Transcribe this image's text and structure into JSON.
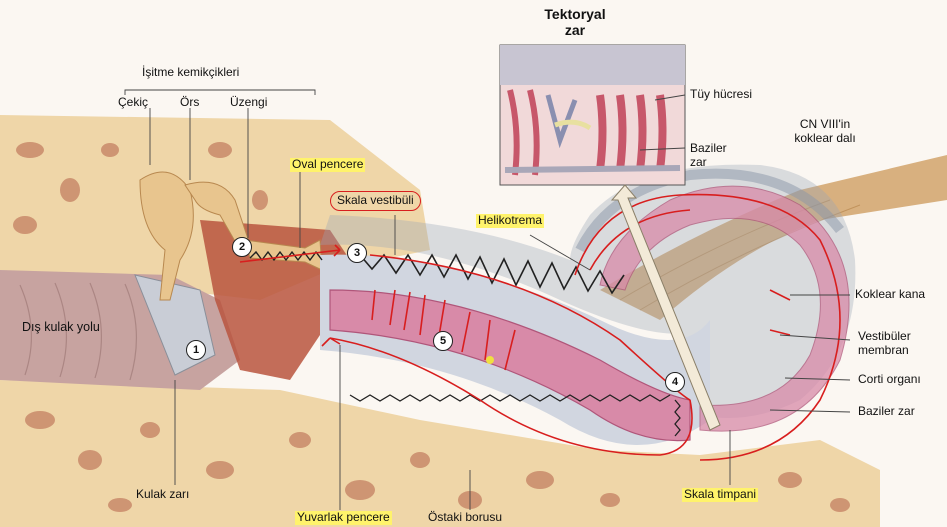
{
  "labels": {
    "tektoryal": "Tektoryal",
    "tektoryal_zar": "zar",
    "isitme": "İşitme kemikçikleri",
    "cekic": "Çekiç",
    "ors": "Örs",
    "uzengi": "Üzengi",
    "oval": "Oval pencere",
    "skala_vestibuli": "Skala vestibüli",
    "helikotrema": "Helikotrema",
    "tuy": "Tüy hücresi",
    "baziler_top": "Baziler",
    "baziler_top_zar": "zar",
    "cn8": "CN VIII'in",
    "cn8_2": "koklear dalı",
    "koklear_kanal": "Koklear kana",
    "vestibuler": "Vestibüler",
    "membran": "membran",
    "corti": "Corti organı",
    "baziler_zar": "Baziler zar",
    "dis_kulak": "Dış kulak yolu",
    "kulak_zari": "Kulak zarı",
    "yuvarlak": "Yuvarlak pencere",
    "ostaki": "Östaki borusu",
    "skala_timpani": "Skala timpani"
  },
  "numbers": [
    "1",
    "2",
    "3",
    "4",
    "5"
  ],
  "colors": {
    "bone": "#efd6a8",
    "bone_pore": "#c98a6a",
    "canal": "#c7a3a0",
    "duct_outer": "#9aa7b8",
    "duct_inner": "#d88aa8",
    "nerve": "#d8b07f",
    "annotation": "#d81e1e",
    "highlight": "#fff36b"
  }
}
